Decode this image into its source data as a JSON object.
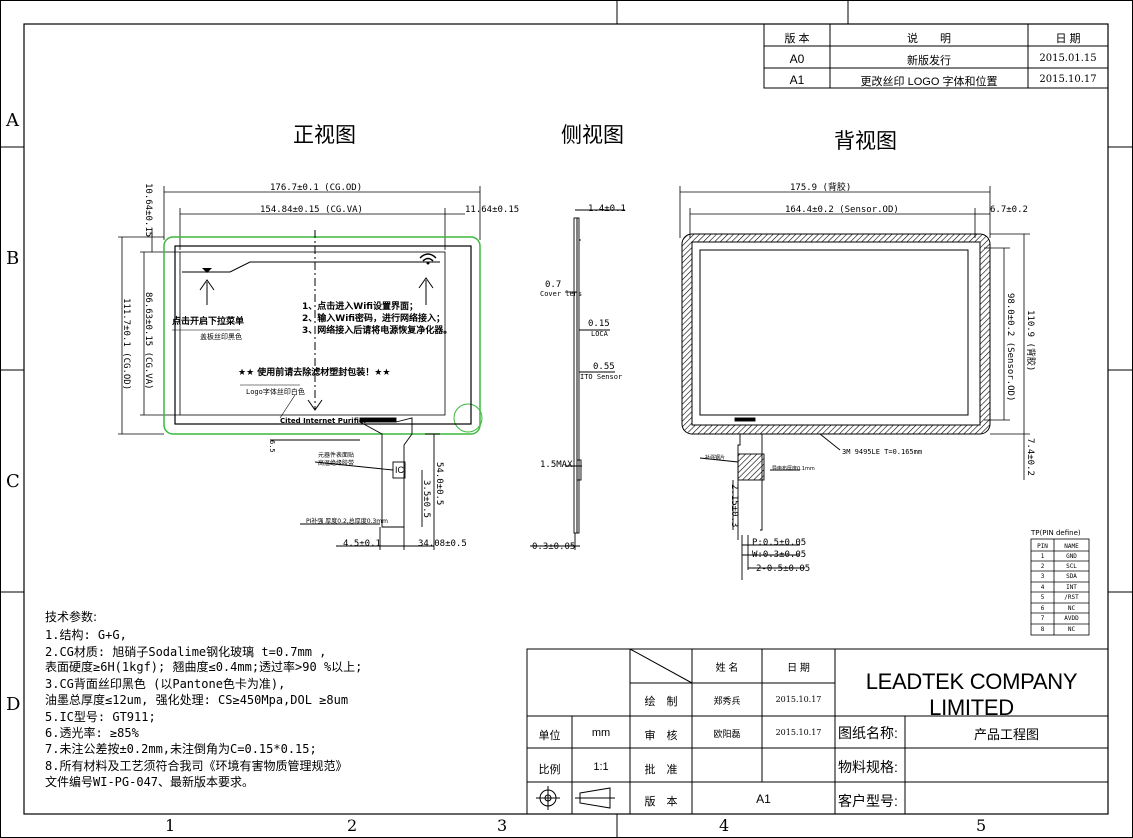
{
  "border": {
    "columns": [
      "1",
      "2",
      "3",
      "4",
      "5"
    ],
    "rows": [
      "A",
      "B",
      "C",
      "D"
    ]
  },
  "revision": {
    "headers": {
      "version": "版 本",
      "description": "说　　明",
      "date": "日 期"
    },
    "rows": [
      {
        "version": "A0",
        "description": "新版发行",
        "date": "2015.01.15"
      },
      {
        "version": "A1",
        "description": "更改丝印 LOGO 字体和位置",
        "date": "2015.10.17"
      }
    ]
  },
  "views": {
    "front": "正视图",
    "side": "侧视图",
    "back": "背视图"
  },
  "front": {
    "dim_top_outer": "176.7±0.1 (CG.OD)",
    "dim_top_va": "154.84±0.15 (CG.VA)",
    "dim_top_right": "11.64±0.15",
    "dim_left_top": "10.64±0.15",
    "dim_left_va": "86.63±0.15 (CG.VA)",
    "dim_left_od": "111.7±0.1 (CG.OD)",
    "note_pulldown": "点击开启下拉菜单",
    "note_bezel": "盖板丝印黑色",
    "steps": [
      "1、点击进入Wifi设置界面；",
      "2、输入Wifi密码，进行网络接入；",
      "3、网络接入后请将电源恢复净化器。"
    ],
    "warning": "★★ 使用前请去除滤材塑封包装！★★",
    "logo_note": "Logo字体丝印白色",
    "logo_text": "Cited Internet Purifier",
    "dim_fpc_x": "6.5",
    "component_note_1": "元器件表面贴",
    "component_note_2": "高温绝缘胶带",
    "ic_label": "IC",
    "pi_note": "PI补强  厚度0.2,总厚度0.3mm",
    "dim_fpc_left": "4.5±0.1",
    "dim_fpc_right": "34.08±0.5",
    "dim_fpc_len": "54.0±0.5",
    "dim_fpc_mid": "3.5±0.5"
  },
  "side": {
    "dim_top": "1.4±0.1",
    "cover_val": "0.7",
    "cover_lbl": "Cover lens",
    "loca_val": "0.15",
    "loca_lbl": "LOCA",
    "ito_val": "0.55",
    "ito_lbl": "ITO Sensor",
    "max_val": "1.5MAX",
    "fpc_thk": "0.3±0.05"
  },
  "back": {
    "dim_top_outer": "175.9 (背胶)",
    "dim_sensor": "164.4±0.2 (Sensor.OD)",
    "dim_top_right": "6.7±0.2",
    "dim_right_sensor": "98.0±0.2 (Sensor.OD)",
    "dim_right_outer": "110.9 (背胶)",
    "dim_right_small": "7.4±0.2",
    "tape_note": "3M 9495LE T=0.165mm",
    "stiff_note": "补强钢片",
    "stiff_note2": "导电布厚度0.1mm",
    "dim_fpc_len": "2.15±0.3",
    "pitch": "P:0.5±0.05",
    "width": "W:0.3±0.05",
    "span": "2-0.5±0.05"
  },
  "pin_table": {
    "title": "TP(PIN define)",
    "headers": [
      "PIN",
      "NAME"
    ],
    "rows": [
      [
        "1",
        "GND"
      ],
      [
        "2",
        "SCL"
      ],
      [
        "3",
        "SDA"
      ],
      [
        "4",
        "INT"
      ],
      [
        "5",
        "/RST"
      ],
      [
        "6",
        "NC"
      ],
      [
        "7",
        "AVDD"
      ],
      [
        "8",
        "NC"
      ]
    ]
  },
  "specs": {
    "title": "技术参数:",
    "lines": [
      "1.结构: G+G,",
      "2.CG材质: 旭硝子Sodalime钢化玻璃 t=0.7mm ,",
      "  表面硬度≥6H(1kgf); 翘曲度≤0.4mm;透过率>90 %以上;",
      "3.CG背面丝印黑色 (以Pantone色卡为准),",
      "  油墨总厚度≤12um, 强化处理: CS≥450Mpa,DOL ≥8um",
      "5.IC型号: GT911;",
      "6.透光率: ≥85%",
      "7.未注公差按±0.2mm,未注倒角为C=0.15*0.15;",
      "8.所有材料及工艺须符合我司《环境有害物质管理规范》",
      "  文件编号WI-PG-047、最新版本要求。"
    ]
  },
  "title_block": {
    "name_hdr": "姓 名",
    "date_hdr": "日 期",
    "draw_lbl": "绘　制",
    "draw_name": "郑秀兵",
    "draw_date": "2015.10.17",
    "check_lbl": "审　核",
    "check_name": "欧阳磊",
    "check_date": "2015.10.17",
    "approve_lbl": "批　准",
    "version_lbl": "版　本",
    "version_val": "A1",
    "unit_lbl": "单位",
    "unit_val": "mm",
    "scale_lbl": "比例",
    "scale_val": "1:1",
    "company": "LEADTEK COMPANY LIMITED",
    "drawing_name_lbl": "图纸名称:",
    "drawing_name_val": "产品工程图",
    "material_lbl": "物料规格:",
    "customer_lbl": "客户型号:"
  }
}
